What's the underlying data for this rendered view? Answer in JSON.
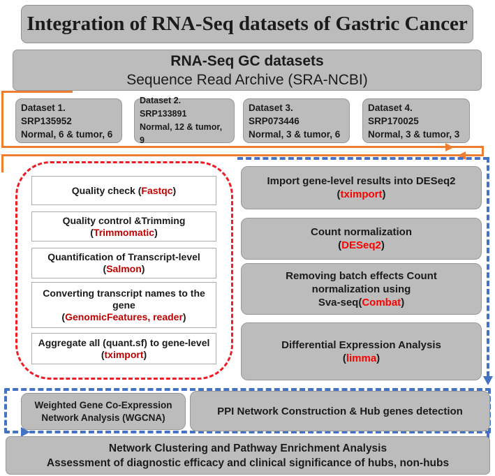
{
  "colors": {
    "box_gray": "#BCBCBC",
    "accent_orange": "#ED7D31",
    "accent_red_dash": "#EE1C25",
    "accent_blue": "#4472C4",
    "tool_dark_red": "#C00000",
    "tool_bright_red": "#FF0000"
  },
  "title": "Integration of RNA-Seq datasets of Gastric Cancer",
  "source": {
    "line1": "RNA-Seq GC datasets",
    "line2": "Sequence Read Archive (SRA-NCBI)"
  },
  "datasets": [
    {
      "name": "Dataset 1.",
      "accession": "SRP135952",
      "samples": "Normal, 6 & tumor, 6"
    },
    {
      "name": "Dataset 2.",
      "accession": "SRP133891",
      "samples": "Normal, 12 & tumor, 9"
    },
    {
      "name": "Dataset 3.",
      "accession": "SRP073446",
      "samples": "Normal, 3 & tumor, 6"
    },
    {
      "name": "Dataset 4.",
      "accession": "SRP170025",
      "samples": "Normal, 3 & tumor, 3"
    }
  ],
  "left_pipeline": {
    "steps": [
      {
        "l1a": "Quality check (",
        "tool": "Fastqc",
        "l1b": ")"
      },
      {
        "l1": "Quality control &Trimming",
        "l2a": "(",
        "tool": "Trimmomatic",
        "l2b": ")"
      },
      {
        "l1": "Quantification of Transcript-level",
        "l2a": "(",
        "tool": "Salmon",
        "l2b": ")"
      },
      {
        "l1": "Converting transcript names to the",
        "l2": "gene",
        "l3a": "(",
        "tool": "GenomicFeatures, reader",
        "l3b": ")"
      },
      {
        "l1": "Aggregate all (quant.sf) to gene-level",
        "l2a": "(",
        "tool": "tximport",
        "l2b": ")"
      }
    ]
  },
  "right_pipeline": {
    "steps": [
      {
        "l1": "Import gene-level results into DESeq2",
        "l2a": "(",
        "tool": "tximport",
        "l2b": ")"
      },
      {
        "l1": "Count normalization",
        "l2a": "(",
        "tool": "DESeq2",
        "l2b": ")"
      },
      {
        "l1": "Removing batch effects Count",
        "l2": "normalization using",
        "l3a": "Sva-seq(",
        "tool": "Combat",
        "l3b": ")"
      },
      {
        "l1": "Differential Expression Analysis",
        "l2a": "(",
        "tool": "limma",
        "l2b": ")"
      }
    ]
  },
  "bottom": {
    "wgcna_l1": "Weighted Gene Co-Expression",
    "wgcna_l2": "Network Analysis (WGCNA)",
    "ppi": "PPI Network Construction & Hub genes detection",
    "final_l1": "Network Clustering and Pathway Enrichment Analysis",
    "final_l2": "Assessment of diagnostic efficacy and clinical significance of hubs, non-hubs"
  }
}
